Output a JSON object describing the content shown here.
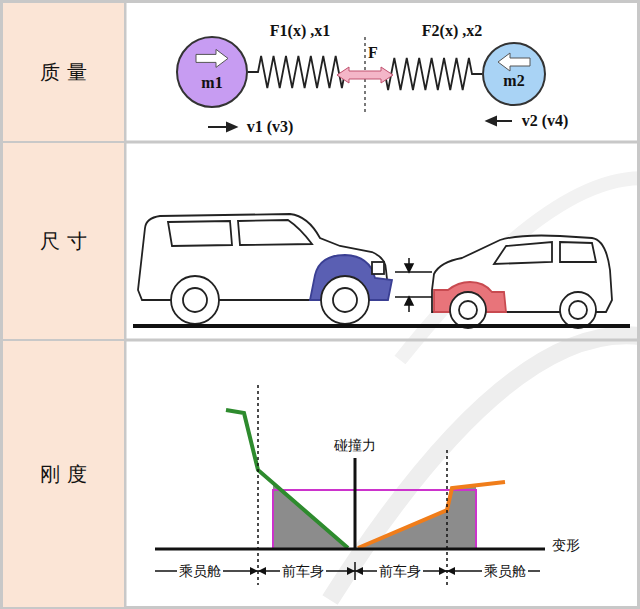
{
  "diagram": {
    "nodes": [
      {
        "text": [
          "质 量"
        ]
      },
      {
        "text": [
          "尺 寸"
        ]
      },
      {
        "text": [
          "刚 度"
        ]
      },
      {
        "text": [
          "m1"
        ]
      },
      {
        "text": [
          "m2"
        ]
      }
    ],
    "edges": [
      {
        "from": 3,
        "to": 4,
        "arrow": "none",
        "label": "F"
      }
    ],
    "labels": [
      "F1(x) ,x1",
      "F2(x) ,x2",
      "v1 (v3)",
      "v2 (v4)",
      "碰撞力",
      "变形",
      "乘员舱",
      "前车身",
      "前车身",
      "乘员舱"
    ]
  }
}
